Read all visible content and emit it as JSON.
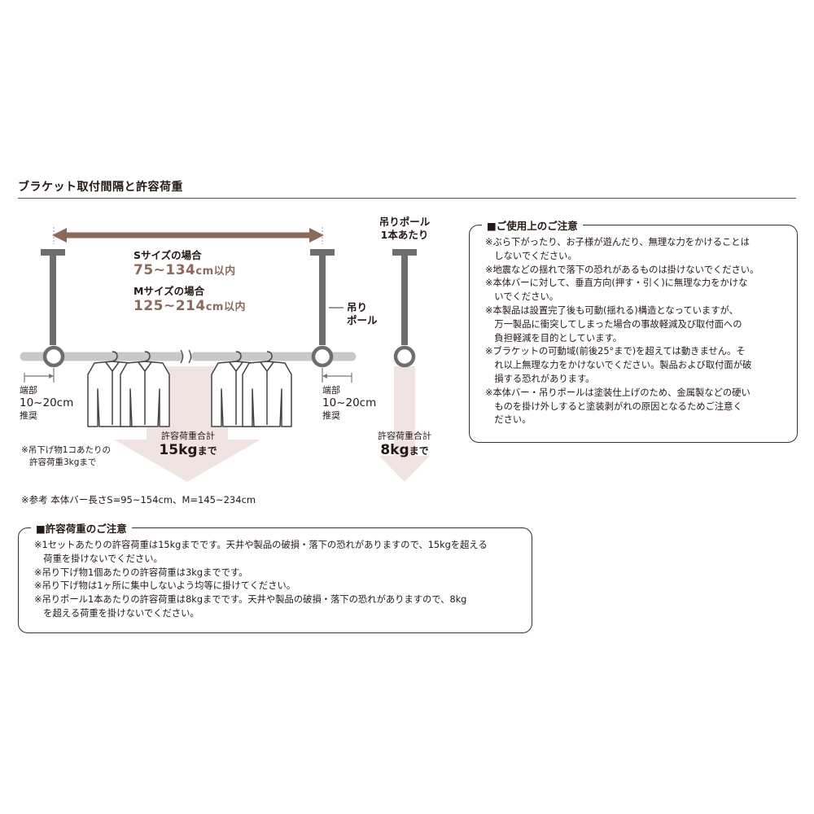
{
  "section_title": "ブラケット取付間隔と許容荷重",
  "diagram": {
    "size_s_label": "Sサイズの場合",
    "size_s_range": "75~134",
    "size_s_unit": "cm以内",
    "size_m_label": "Mサイズの場合",
    "size_m_range": "125~214",
    "size_m_unit": "cm以内",
    "pole_label_1": "吊り",
    "pole_label_2": "ポール",
    "end_left_1": "端部",
    "end_left_2": "10~20cm",
    "end_left_3": "推奨",
    "end_right_1": "端部",
    "end_right_2": "10~20cm",
    "end_right_3": "推奨",
    "hanger_note_1": "※吊下げ物1コあたりの",
    "hanger_note_2": "許容荷重3kgまで",
    "load_total_label": "許容荷重合計",
    "load_total_value": "15kg",
    "load_total_suffix": "まで",
    "single_pole_title_1": "吊りポール",
    "single_pole_title_2": "1本あたり",
    "single_load_label": "許容荷重合計",
    "single_load_value": "8kg",
    "single_load_suffix": "まで",
    "reference": "※参考 本体バー長さS=95~154cm、M=145~234cm"
  },
  "caution_box": {
    "title": "■ご使用上のご注意",
    "lines": [
      "※ぶら下がったり、お子様が遊んだり、無理な力をかけることは",
      "　しないでください。",
      "※地震などの揺れで落下の恐れがあるものは掛けないでください。",
      "※本体バーに対して、垂直方向(押す・引く)に無理な力をかけな",
      "　いでください。",
      "※本製品は設置完了後も可動(揺れる)構造となっていますが、",
      "　万一製品に衝突してしまった場合の事故軽減及び取付面への",
      "　負担軽減を目的としています。",
      "※ブラケットの可動域(前後25°まで)を超えては動きません。そ",
      "　れ以上無理な力をかけないでください。製品および取付面が破",
      "　損する恐れがあります。",
      "※本体バー・吊りポールは塗装仕上げのため、金属製などの硬い",
      "　ものを掛け外しすると塗装剥がれの原因となるためご注意く",
      "　ださい。"
    ]
  },
  "load_box": {
    "title": "■許容荷重のご注意",
    "lines": [
      "※1セットあたりの許容荷重は15kgまでです。天井や製品の破損・落下の恐れがありますので、15kgを超える",
      "　荷重を掛けないでください。",
      "※吊り下げ物1個あたりの許容荷重は3kgまでです。",
      "※吊り下げ物は1ヶ所に集中しないよう均等に掛けてください。",
      "※吊りポール1本あたりの許容荷重は8kgまでです。天井や製品の破損・落下の恐れがありますので、8kg",
      "　を超える荷重を掛けないでください。"
    ]
  },
  "colors": {
    "bar": "#c8c8c8",
    "pole": "#6e6e6e",
    "span_arrow": "#8b6a5e",
    "load_arrow": "#f0e4e2"
  }
}
